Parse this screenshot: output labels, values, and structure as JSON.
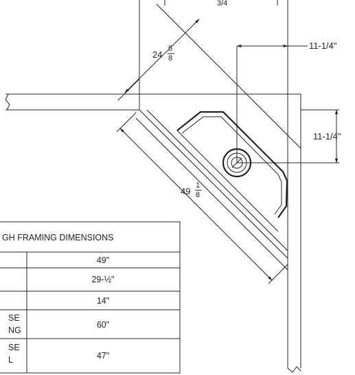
{
  "dimensions": {
    "top_partial": "3/4",
    "diagonal_offset": {
      "whole": "24",
      "num": "5",
      "den": "8"
    },
    "right_horizontal": "11-1/4\"",
    "right_vertical": "11-1/4\"",
    "diagonal_long": {
      "whole": "49",
      "num": "1",
      "den": "8"
    }
  },
  "table": {
    "title": "GH FRAMING DIMENSIONS",
    "rows": [
      {
        "label": "",
        "value": "49\""
      },
      {
        "label": "",
        "value": "29-½\""
      },
      {
        "label": "",
        "value": "14\""
      },
      {
        "label_line1": "SE",
        "label_line2": "NG",
        "value": "60\""
      },
      {
        "label_line1": "SE",
        "label_line2": "L",
        "value": "47\""
      }
    ]
  }
}
